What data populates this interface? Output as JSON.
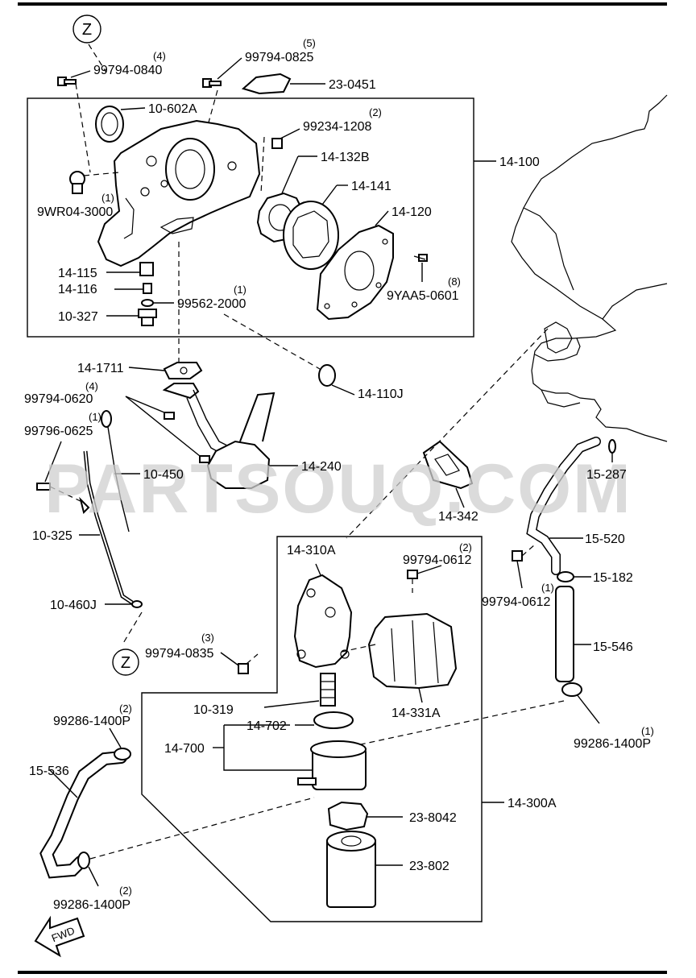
{
  "callouts": {
    "z_top": "Z",
    "z_bottom": "Z",
    "fwd": "FWD"
  },
  "watermark": "PARTSOUQ.COM",
  "labels": {
    "p99794_0840": "99794-0840",
    "q99794_0840": "(4)",
    "p99794_0825": "99794-0825",
    "q99794_0825": "(5)",
    "p23_0451": "23-0451",
    "p10_602A": "10-602A",
    "p99234_1208": "99234-1208",
    "q99234_1208": "(2)",
    "p14_132B": "14-132B",
    "p14_100": "14-100",
    "p14_141": "14-141",
    "p9WR04_3000": "9WR04-3000",
    "q9WR04_3000": "(1)",
    "p14_120": "14-120",
    "p9YAA5_0601": "9YAA5-0601",
    "q9YAA5_0601": "(8)",
    "p14_115": "14-115",
    "p14_116": "14-116",
    "p99562_2000": "99562-2000",
    "q99562_2000": "(1)",
    "p10_327": "10-327",
    "p14_1711": "14-1711",
    "p14_110J": "14-110J",
    "p99794_0620": "99794-0620",
    "q99794_0620": "(4)",
    "p99796_0625": "99796-0625",
    "q99796_0625": "(1)",
    "p10_450": "10-450",
    "p14_240": "14-240",
    "p15_287": "15-287",
    "p14_342": "14-342",
    "p10_325": "10-325",
    "p14_310A": "14-310A",
    "p99794_0612a": "99794-0612",
    "q99794_0612a": "(2)",
    "p15_520": "15-520",
    "p99794_0612b": "99794-0612",
    "q99794_0612b": "(1)",
    "p15_182": "15-182",
    "p10_460J": "10-460J",
    "p99794_0835": "99794-0835",
    "q99794_0835": "(3)",
    "p15_546": "15-546",
    "p10_319": "10-319",
    "p14_331A": "14-331A",
    "p99286_1400P_a": "99286-1400P",
    "q99286_1400P_a": "(2)",
    "p14_702": "14-702",
    "p99286_1400P_b": "99286-1400P",
    "q99286_1400P_b": "(1)",
    "p14_700": "14-700",
    "p15_536": "15-536",
    "p14_300A": "14-300A",
    "p23_8042": "23-8042",
    "p23_802": "23-802",
    "p99286_1400P_c": "99286-1400P",
    "q99286_1400P_c": "(2)"
  }
}
